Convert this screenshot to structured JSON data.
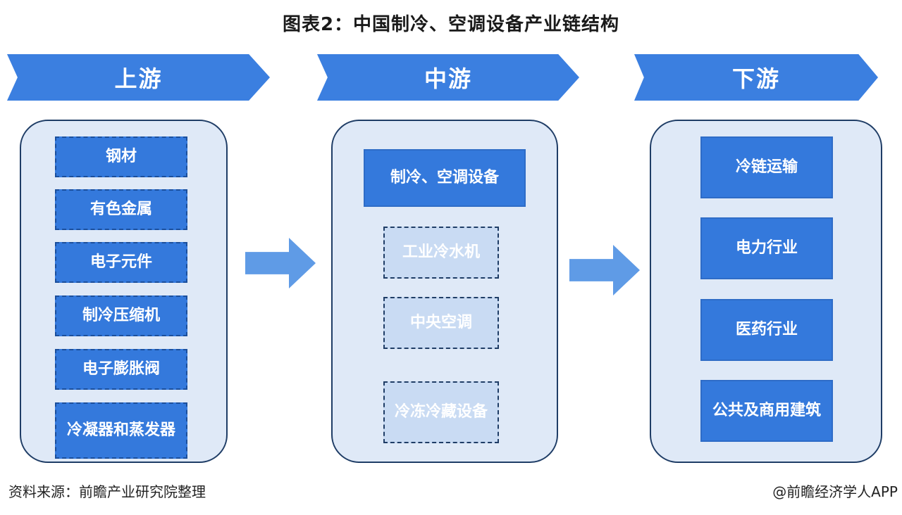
{
  "title": "图表2：中国制冷、空调设备产业链结构",
  "stages": [
    {
      "label": "上游",
      "items": [
        "钢材",
        "有色金属",
        "电子元件",
        "制冷压缩机",
        "电子膨胀阀",
        "冷凝器和蒸发器"
      ]
    },
    {
      "label": "中游",
      "main": "制冷、空调设备",
      "subitems": [
        "工业冷水机",
        "中央空调",
        "冷冻冷藏设备"
      ]
    },
    {
      "label": "下游",
      "items": [
        "冷链运输",
        "电力行业",
        "医药行业",
        "公共及商用建筑"
      ]
    }
  ],
  "footer": {
    "source": "资料来源：前瞻产业研究院整理",
    "credit": "@前瞻经济学人APP"
  },
  "colors": {
    "banner": "#3b7fe0",
    "box": "#3479dc",
    "panel": "#dfe9f7",
    "subbox": "#c9dbf3",
    "arrow": "#5f9be6"
  }
}
